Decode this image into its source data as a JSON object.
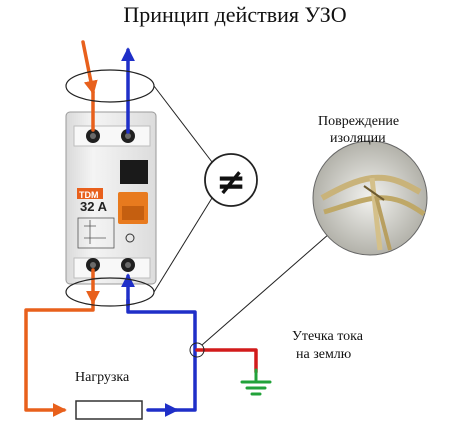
{
  "title": "Принцип действия УЗО",
  "insulation_label": [
    "Повреждение",
    "изоляции"
  ],
  "leak_label": [
    "Утечка тока",
    "на землю"
  ],
  "load_label": "Нагрузка",
  "device": {
    "brand": "TDM",
    "rating": "32 A"
  },
  "not_equal_symbol": "≠",
  "colors": {
    "phase_wire": "#e8601c",
    "neutral_wire": "#1f2fc8",
    "leak_wire": "#d21b1b",
    "ground": "#22a23a",
    "device_body": "#ececec",
    "test_button": "#f07818"
  },
  "icons": [
    "ground-icon",
    "not-equal-icon",
    "arrow-icon"
  ]
}
